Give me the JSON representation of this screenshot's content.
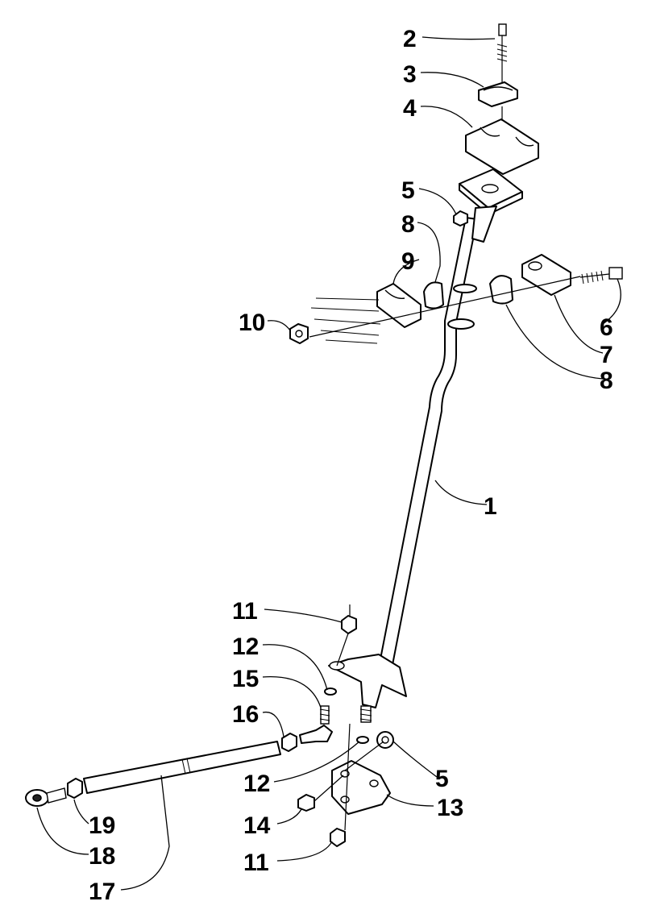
{
  "callouts": [
    {
      "id": "c2",
      "label": "2"
    },
    {
      "id": "c3",
      "label": "3"
    },
    {
      "id": "c4",
      "label": "4"
    },
    {
      "id": "c5a",
      "label": "5"
    },
    {
      "id": "c8a",
      "label": "8"
    },
    {
      "id": "c9",
      "label": "9"
    },
    {
      "id": "c10",
      "label": "10"
    },
    {
      "id": "c6",
      "label": "6"
    },
    {
      "id": "c7",
      "label": "7"
    },
    {
      "id": "c8b",
      "label": "8"
    },
    {
      "id": "c1",
      "label": "1"
    },
    {
      "id": "c11a",
      "label": "11"
    },
    {
      "id": "c12a",
      "label": "12"
    },
    {
      "id": "c15",
      "label": "15"
    },
    {
      "id": "c16",
      "label": "16"
    },
    {
      "id": "c12b",
      "label": "12"
    },
    {
      "id": "c5b",
      "label": "5"
    },
    {
      "id": "c13",
      "label": "13"
    },
    {
      "id": "c14",
      "label": "14"
    },
    {
      "id": "c11b",
      "label": "11"
    },
    {
      "id": "c19",
      "label": "19"
    },
    {
      "id": "c18",
      "label": "18"
    },
    {
      "id": "c17",
      "label": "17"
    }
  ]
}
